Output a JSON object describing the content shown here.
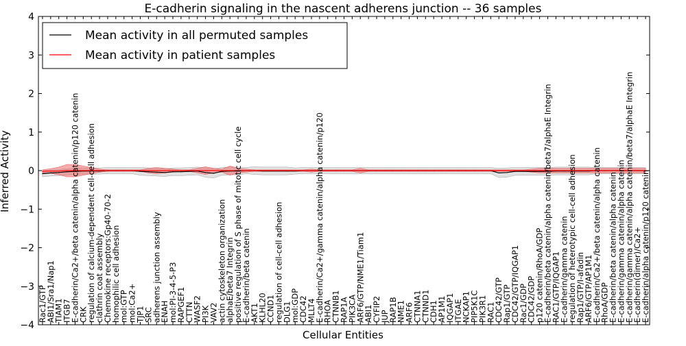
{
  "chart_data": {
    "type": "line",
    "title": "E-cadherin signaling in the nascent adherens junction -- 36 samples",
    "xlabel": "Cellular Entities",
    "ylabel": "Inferred Activity",
    "ylim": [
      -4,
      4
    ],
    "yticks": [
      "4",
      "3",
      "2",
      "1",
      "0",
      "−1",
      "−2",
      "−3",
      "−4"
    ],
    "legend_position": "top-left",
    "grid": false,
    "categories": [
      "Rac1/GTP",
      "ABI1/Sra1/Nap1",
      "TIAM1",
      "ITGB7",
      "E-cadherin/Ca2+/beta catenin/alpha catenin/p120 catenin",
      "CRK",
      "regulation of calcium-dependent cell-cell adhesion",
      "clathrin coat assembly",
      "Chemokine receptors:Gp40-70-2",
      "homophilic cell adhesion",
      "mol:GTP",
      "mol:Ca2+",
      "TJP1",
      "SRC",
      "adherens junction assembly",
      "ENAH",
      "mol:PI-3-4-5-P3",
      "RAPGEF1",
      "CTTN",
      "WASF2",
      "PI3K",
      "VAV2",
      "actin cytoskeleton organization",
      "alphaE/beta7 Integrin",
      "positive regulation of S phase of mitotic cell cycle",
      "E-cadherin/beta catenin",
      "AKT1",
      "KLHL20",
      "CCND1",
      "regulation of cell-cell adhesion",
      "DLG1",
      "mol:GDP",
      "CDC42",
      "MLLT4",
      "E-cadherin/Ca2+/gamma catenin/alpha catenin/p120",
      "RHOA",
      "CTNNB1",
      "RAP1A",
      "PIK3CA",
      "ARF6/GTP/NME1/Tiam1",
      "ABI1",
      "CYFIP2",
      "JUP",
      "RAP1B",
      "NME1",
      "ARF6",
      "CTNNA1",
      "CTNND1",
      "CDH1",
      "AP1M1",
      "IQGAP1",
      "ITGAE",
      "NCKAP1",
      "PIP5K1C",
      "PIK3R1",
      "RAC1",
      "CDC42/GTP",
      "Rap1/GTP",
      "CDC42/GTP/IQGAP1",
      "Rac1/GDP",
      "CDC42/GDP",
      "p120 catenin/RhoA/GDP",
      "E-cadherin/beta catenin/alpha catenin/beta7/alphaE Integrin",
      "RAC1/GTP/IQGAP1",
      "E-cadherin/gamma catenin",
      "regulation of heterotypic cell-cell adhesion",
      "Rap1/GTP/I-afadin",
      "ARF6/GTP/AP1M1",
      "E-cadherin/Ca2+/beta catenin/alpha catenin",
      "RhoA/GDP",
      "E-cadherin/beta catenin/alpha catenin",
      "E-cadherin/gamma catenin/alpha catenin",
      "E-cadherin/gamma catenin/alpha catenin/beta7/alphaE Integrin",
      "E-cadherin(dimer)/Ca2+",
      "E-cadherin/alpha catenin/p120 catenin"
    ],
    "series": [
      {
        "name": "Mean activity in all permuted samples",
        "color": "#000000",
        "values": [
          -0.08,
          -0.06,
          -0.05,
          -0.03,
          -0.02,
          -0.01,
          -0.01,
          -0.01,
          0.0,
          0.0,
          0.0,
          0.0,
          -0.02,
          -0.03,
          -0.04,
          -0.05,
          -0.03,
          -0.03,
          -0.02,
          -0.01,
          -0.05,
          -0.07,
          -0.02,
          -0.01,
          -0.01,
          0.0,
          0.0,
          -0.01,
          -0.01,
          -0.01,
          -0.01,
          -0.01,
          0.0,
          0.0,
          0.0,
          0.0,
          0.0,
          0.0,
          0.0,
          0.0,
          0.0,
          0.0,
          0.0,
          0.0,
          0.0,
          0.0,
          0.0,
          0.0,
          0.0,
          0.0,
          0.0,
          0.0,
          0.0,
          0.0,
          0.0,
          0.0,
          -0.06,
          -0.05,
          -0.02,
          -0.02,
          -0.02,
          -0.02,
          -0.02,
          -0.01,
          -0.01,
          -0.01,
          -0.01,
          -0.01,
          0.0,
          0.0,
          0.0,
          0.0,
          0.0,
          0.0,
          0.0
        ],
        "spread": [
          0.08,
          0.08,
          0.08,
          0.08,
          0.08,
          0.08,
          0.08,
          0.08,
          0.08,
          0.08,
          0.08,
          0.08,
          0.1,
          0.1,
          0.1,
          0.1,
          0.1,
          0.1,
          0.1,
          0.1,
          0.12,
          0.12,
          0.1,
          0.1,
          0.1,
          0.08,
          0.1,
          0.1,
          0.1,
          0.1,
          0.1,
          0.08,
          0.08,
          0.08,
          0.08,
          0.08,
          0.08,
          0.08,
          0.08,
          0.08,
          0.08,
          0.08,
          0.08,
          0.08,
          0.08,
          0.08,
          0.08,
          0.08,
          0.08,
          0.08,
          0.08,
          0.08,
          0.08,
          0.08,
          0.08,
          0.08,
          0.12,
          0.12,
          0.1,
          0.1,
          0.1,
          0.1,
          0.1,
          0.1,
          0.1,
          0.1,
          0.1,
          0.1,
          0.08,
          0.08,
          0.08,
          0.08,
          0.08,
          0.08,
          0.08
        ]
      },
      {
        "name": "Mean activity in patient samples",
        "color": "#ff0000",
        "values": [
          -0.02,
          -0.01,
          -0.01,
          0.0,
          0.0,
          0.0,
          0.0,
          0.0,
          0.0,
          0.0,
          0.0,
          0.0,
          0.0,
          0.0,
          0.0,
          0.0,
          0.0,
          0.0,
          0.0,
          0.0,
          0.0,
          0.0,
          0.0,
          0.0,
          0.0,
          0.0,
          0.0,
          0.0,
          0.0,
          0.0,
          0.0,
          0.0,
          0.0,
          0.0,
          0.0,
          0.0,
          0.0,
          0.0,
          0.0,
          0.0,
          0.0,
          0.0,
          0.0,
          0.0,
          0.0,
          0.0,
          0.0,
          0.0,
          0.0,
          0.0,
          0.0,
          0.0,
          0.0,
          0.0,
          0.0,
          0.0,
          0.0,
          0.0,
          0.0,
          0.0,
          0.0,
          0.0,
          0.0,
          0.0,
          0.0,
          0.0,
          0.0,
          0.0,
          0.0,
          0.0,
          0.0,
          0.0,
          0.0,
          0.0,
          0.0
        ],
        "spread": [
          0.04,
          0.06,
          0.1,
          0.16,
          0.16,
          0.12,
          0.08,
          0.04,
          0.02,
          0.02,
          0.02,
          0.02,
          0.02,
          0.06,
          0.08,
          0.06,
          0.04,
          0.02,
          0.02,
          0.06,
          0.1,
          0.06,
          0.04,
          0.12,
          0.06,
          0.04,
          0.02,
          0.02,
          0.02,
          0.02,
          0.02,
          0.02,
          0.02,
          0.04,
          0.02,
          0.02,
          0.02,
          0.02,
          0.02,
          0.06,
          0.02,
          0.02,
          0.02,
          0.02,
          0.02,
          0.02,
          0.02,
          0.02,
          0.02,
          0.02,
          0.02,
          0.02,
          0.02,
          0.02,
          0.02,
          0.02,
          0.02,
          0.02,
          0.02,
          0.02,
          0.04,
          0.06,
          0.06,
          0.06,
          0.06,
          0.06,
          0.06,
          0.06,
          0.06,
          0.06,
          0.06,
          0.06,
          0.06,
          0.06,
          0.06
        ]
      }
    ]
  }
}
